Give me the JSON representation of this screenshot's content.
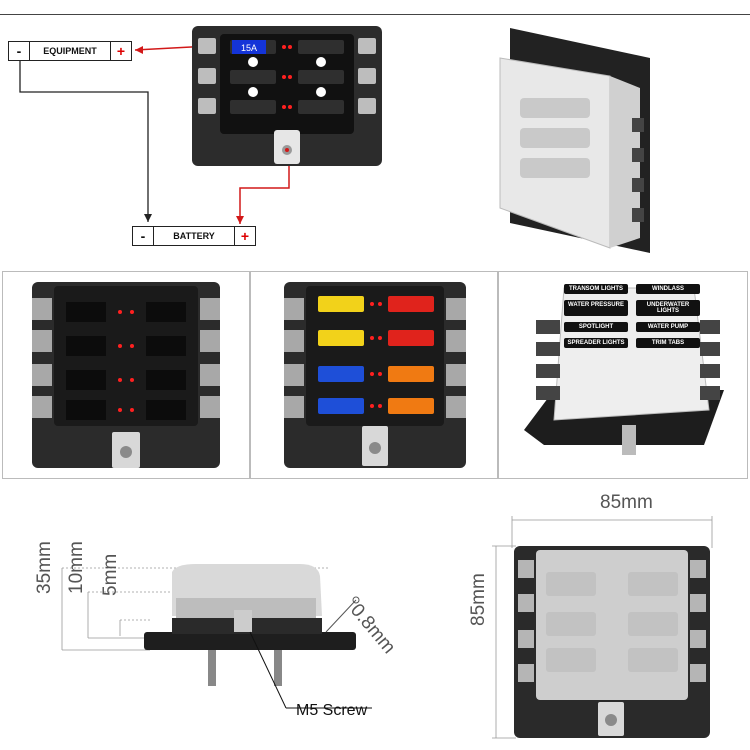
{
  "wiring": {
    "equipment_label": "EQUIPMENT",
    "battery_label": "BATTERY",
    "minus": "-",
    "plus": "+",
    "fuse_rating": "15A"
  },
  "labeled_box": {
    "labels": [
      "TRANSOM LIGHTS",
      "WINDLASS",
      "WATER PRESSURE",
      "UNDERWATER LIGHTS",
      "SPOTLIGHT",
      "WATER PUMP",
      "SPREADER LIGHTS",
      "TRIM TABS"
    ]
  },
  "dimensions": {
    "height_total": "35mm",
    "height_cover": "10mm",
    "height_base": "5mm",
    "thickness": "0.8mm",
    "width": "85mm",
    "depth": "85mm",
    "screw": "M5 Screw"
  },
  "colors": {
    "fuse_yellow": "#f2d21a",
    "fuse_red": "#e0231c",
    "fuse_blue": "#1e4fd8",
    "fuse_orange": "#f07a12",
    "led_red": "#ff2020",
    "wire_red": "#d21818",
    "body_black": "#2a2a2a"
  }
}
